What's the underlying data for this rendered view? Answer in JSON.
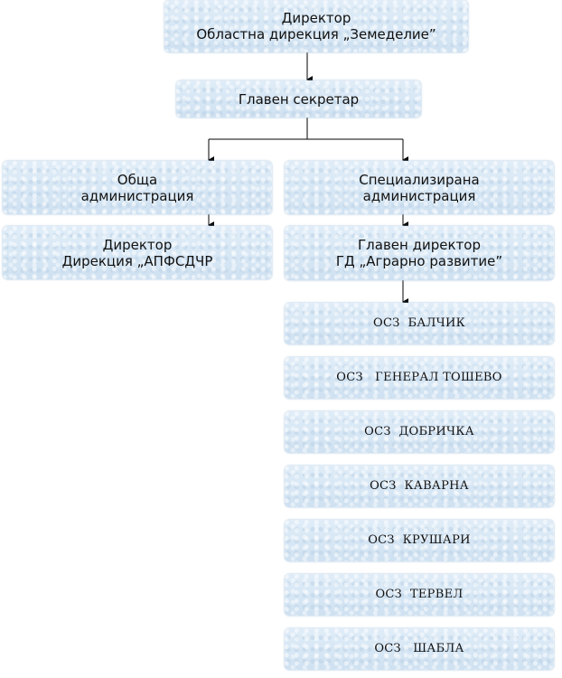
{
  "diagram": {
    "director": {
      "line1": "Директор",
      "line2": "Областна дирекция „Земеделие”"
    },
    "chief_secretary": "Главен секретар",
    "general_admin": {
      "line1": "Обща",
      "line2": "администрация"
    },
    "specialized_admin": {
      "line1": "Специализирана",
      "line2": "администрация"
    },
    "apfsdchr_director": {
      "line1": "Директор",
      "line2": "Дирекция „АПФСДЧР"
    },
    "chief_director": {
      "line1": "Главен директор",
      "line2": "ГД  „Аграрно развитие”"
    },
    "osz_offices": [
      "ОСЗ  БАЛЧИК",
      "ОСЗ   ГЕНЕРАЛ ТОШЕВО",
      "ОСЗ  ДОБРИЧКА",
      "ОСЗ  КАВАРНА",
      "ОСЗ  КРУШАРИ",
      "ОСЗ  ТЕРВЕЛ",
      "ОСЗ   ШАБЛА"
    ]
  }
}
